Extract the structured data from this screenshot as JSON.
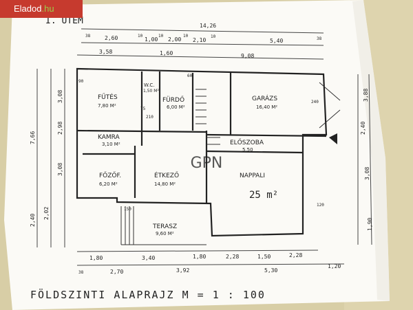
{
  "badge": {
    "brand": "Eladod",
    "suffix": ".hu"
  },
  "watermark": "GPN",
  "plan": {
    "header": "I. ÜTEM",
    "caption": "FÖLDSZINTI ALAPRAJZ  M = 1 : 100",
    "rooms": [
      {
        "name": "FŰTÉS",
        "area": "7,80 M²"
      },
      {
        "name": "FÜRDŐ",
        "area": "6,00 M²"
      },
      {
        "name": "W.C.",
        "area": "1,50 M²"
      },
      {
        "name": "GARÁZS",
        "area": "16,40 M²"
      },
      {
        "name": "KAMRA",
        "area": "3,10 M²"
      },
      {
        "name": "ELŐSZOBA",
        "area": "5,50"
      },
      {
        "name": "FŐZŐF.",
        "area": "6,20 M²"
      },
      {
        "name": "ÉTKEZŐ",
        "area": "14,80 M²"
      },
      {
        "name": "NAPPALI",
        "area": "25 m²"
      },
      {
        "name": "TERASZ",
        "area": "9,60 M²"
      }
    ],
    "dims_top": {
      "overall": "14,26",
      "row1": [
        "38",
        "2,60",
        "10",
        "1,00",
        "10",
        "2,00",
        "10",
        "2,10",
        "10",
        "5,40",
        "38"
      ],
      "row2": [
        "3,58",
        "1,60",
        "9,08"
      ]
    },
    "dims_bottom": {
      "row1": [
        "1,80",
        "3,40",
        "1,80",
        "2,28",
        "1,50",
        "2,28"
      ],
      "row2": [
        "38",
        "2,70",
        "3,92",
        "5,30",
        "1,20"
      ]
    },
    "dims_left": [
      "7,66",
      "2,40",
      "3,08",
      "2,98",
      "3,08",
      "2,02"
    ],
    "dims_right": [
      "3,88",
      "2,40",
      "3,08",
      "1,90"
    ],
    "marks": [
      "150",
      "210",
      "90",
      "120",
      "240",
      "75",
      "60"
    ]
  }
}
